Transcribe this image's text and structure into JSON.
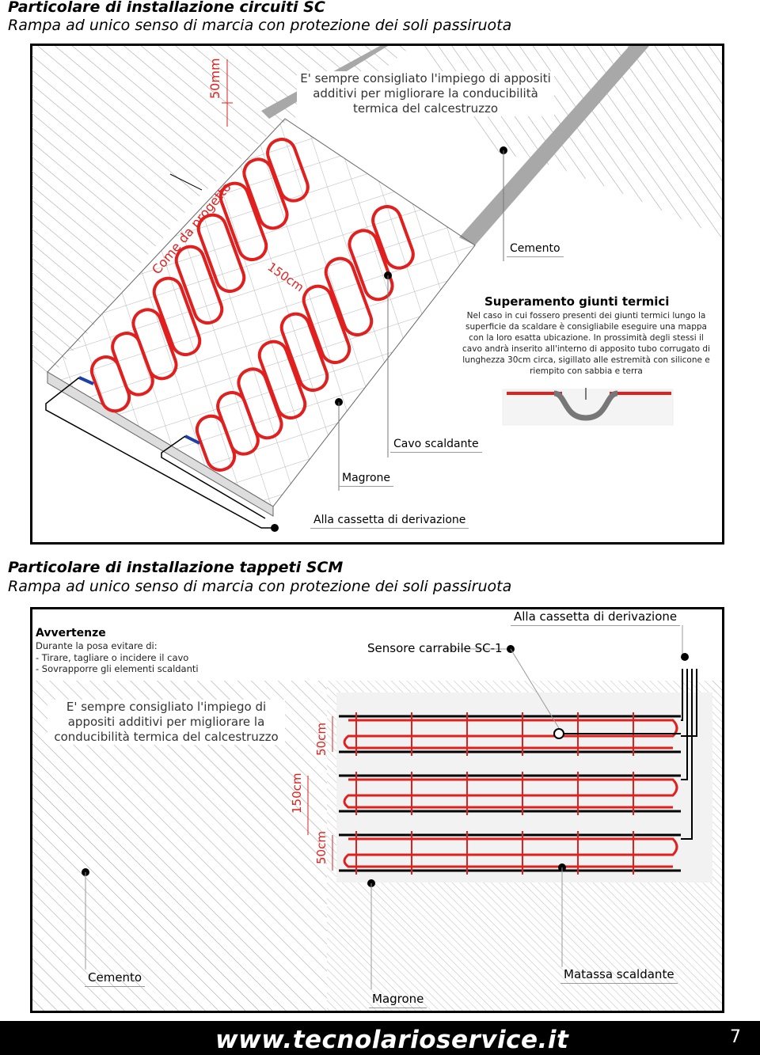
{
  "section1": {
    "title": "Particolare di installazione circuiti SC",
    "subtitle": "Rampa ad unico senso di marcia con protezione dei soli passiruota",
    "dim_top": "50mm",
    "note": "E' sempre consigliato l'impiego di appositi additivi per migliorare la conducibilità termica del calcestruzzo",
    "dim_diag": "Come da progetto",
    "dim_150": "150cm",
    "label_cemento": "Cemento",
    "joint_title": "Superamento giunti termici",
    "joint_text": "Nel caso in cui fossero presenti dei giunti termici lungo la superficie da scaldare è consigliabile eseguire una mappa con la loro esatta ubicazione. In prossimità degli stessi il cavo andrà inserito all'interno di apposito tubo corrugato di lunghezza 30cm circa, sigillato alle estremità con silicone e riempito con sabbia e terra",
    "label_cavo": "Cavo scaldante",
    "label_magrone": "Magrone",
    "label_cassetta": "Alla cassetta di derivazione"
  },
  "section2": {
    "title": "Particolare di installazione tappeti SCM",
    "subtitle": "Rampa ad unico senso di marcia con protezione dei soli passiruota",
    "label_cassetta": "Alla cassetta di derivazione",
    "warn_title": "Avvertenze",
    "warn_line1": "Durante la posa evitare di:",
    "warn_line2": "- Tirare, tagliare o incidere il cavo",
    "warn_line3": "- Sovrapporre gli elementi scaldanti",
    "label_sensore": "Sensore carrabile SC-1",
    "note": "E' sempre consigliato l'impiego di appositi additivi per migliorare la conducibilità termica del calcestruzzo",
    "dim_50a": "50cm",
    "dim_150": "150cm",
    "dim_50b": "50cm",
    "label_cemento": "Cemento",
    "label_matassa": "Matassa scaldante",
    "label_magrone": "Magrone"
  },
  "footer": {
    "url": "www.tecnolarioservice.it",
    "page": "7"
  },
  "colors": {
    "cable_red": "#e0201e",
    "cable_blue": "#1f3fa8",
    "hatch": "#9a9a9a",
    "footer_bg": "#000000"
  }
}
